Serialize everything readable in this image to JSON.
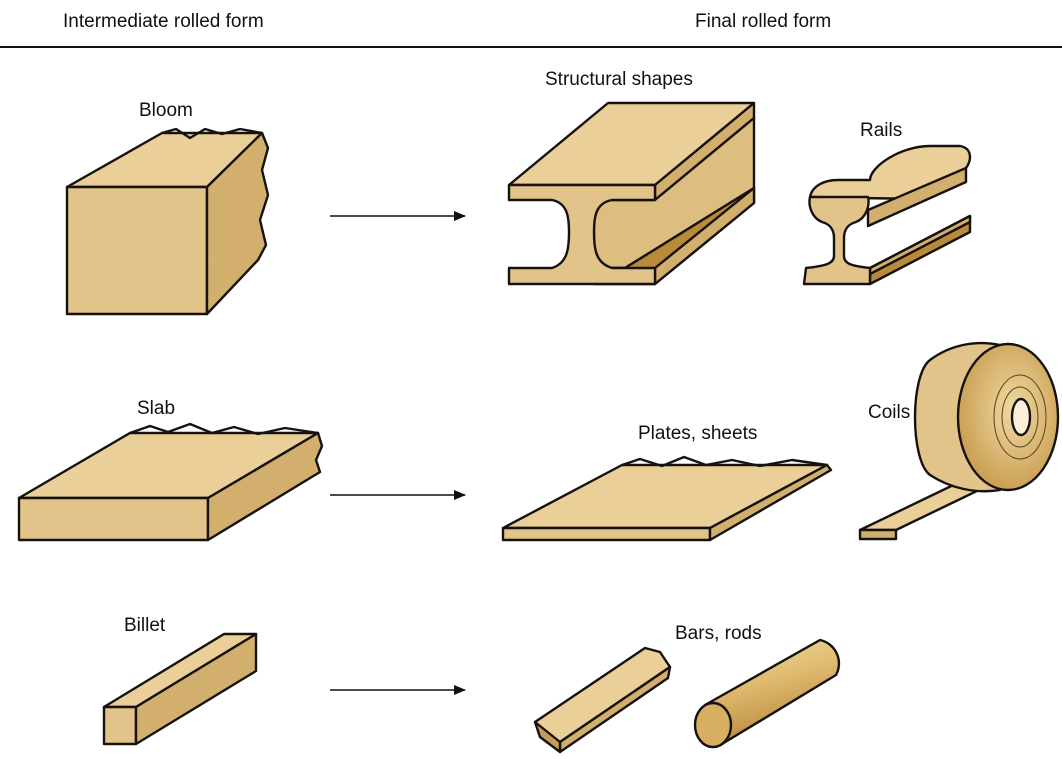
{
  "headers": {
    "intermediate": "Intermediate rolled form",
    "final": "Final rolled form"
  },
  "labels": {
    "bloom": "Bloom",
    "slab": "Slab",
    "billet": "Billet",
    "structural_shapes": "Structural shapes",
    "rails": "Rails",
    "plates_sheets": "Plates, sheets",
    "coils": "Coils",
    "bars_rods": "Bars, rods"
  },
  "colors": {
    "top_face": "#EBCF98",
    "front_face": "#E2C389",
    "side_face": "#D3AF6E",
    "dark_face": "#B98A3A",
    "outline": "#161210",
    "arrow": "#111111"
  }
}
